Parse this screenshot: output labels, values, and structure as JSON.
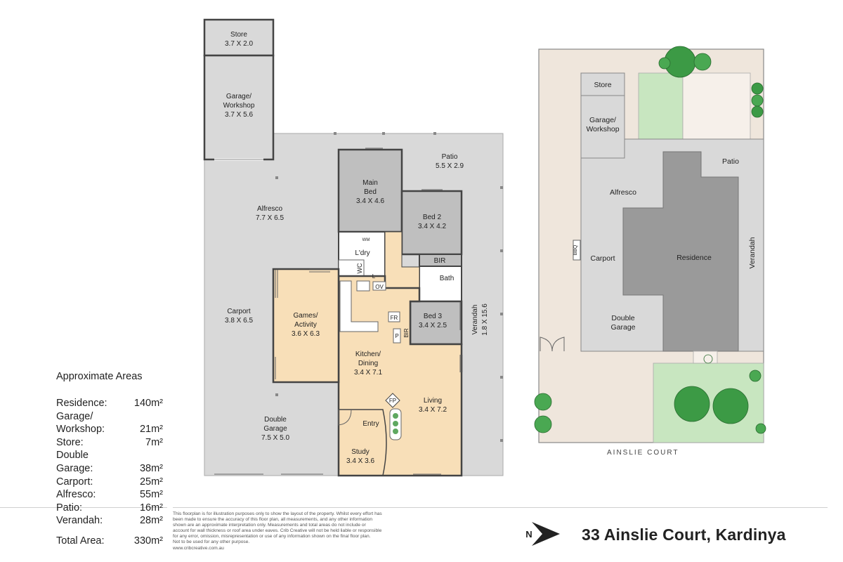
{
  "plan": {
    "rooms": {
      "store": {
        "name": "Store",
        "size": "3.7 X 2.0"
      },
      "garage_workshop": {
        "name1": "Garage/",
        "name2": "Workshop",
        "size": "3.7 X 5.6"
      },
      "patio": {
        "name": "Patio",
        "size": "5.5 X 2.9"
      },
      "main_bed": {
        "name1": "Main",
        "name2": "Bed",
        "size": "3.4 X 4.6"
      },
      "bed2": {
        "name": "Bed 2",
        "size": "3.4 X 4.2"
      },
      "alfresco": {
        "name": "Alfresco",
        "size": "7.7 X 6.5"
      },
      "laundry": {
        "name": "L'dry"
      },
      "wm": "WM",
      "wc": "WC",
      "l": "L",
      "bir": "BIR",
      "bath": "Bath",
      "ov": "OV",
      "fr": "FR",
      "p": "P",
      "bir2": "BIR",
      "bed3": {
        "name": "Bed 3",
        "size": "3.4 X 2.5"
      },
      "verandah": {
        "name": "Verandah",
        "size": "1.8 X 15.6"
      },
      "carport": {
        "name": "Carport",
        "size": "3.8 X 6.5"
      },
      "games": {
        "name1": "Games/",
        "name2": "Activity",
        "size": "3.6 X 6.3"
      },
      "kitchen": {
        "name1": "Kitchen/",
        "name2": "Dining",
        "size": "3.4 X 7.1"
      },
      "fp": "FP",
      "living": {
        "name": "Living",
        "size": "3.4 X 7.2"
      },
      "entry": {
        "name": "Entry"
      },
      "double_garage": {
        "name1": "Double",
        "name2": "Garage",
        "size": "7.5 X 5.0"
      },
      "study": {
        "name": "Study",
        "size": "3.4 X 3.6"
      }
    }
  },
  "site": {
    "store": "Store",
    "garage1": "Garage/",
    "garage2": "Workshop",
    "patio": "Patio",
    "alfresco": "Alfresco",
    "bbq": "BBQ",
    "carport": "Carport",
    "residence": "Residence",
    "verandah": "Verandah",
    "double1": "Double",
    "double2": "Garage",
    "street": "AINSLIE COURT"
  },
  "areas": {
    "heading": "Approximate Areas",
    "rows": [
      {
        "label": "Residence:",
        "value": "140m²"
      },
      {
        "label": "Garage/\nWorkshop:",
        "value": "21m²"
      },
      {
        "label": "Store:",
        "value": "7m²"
      },
      {
        "label": "Double\nGarage:",
        "value": "38m²"
      },
      {
        "label": "Carport:",
        "value": "25m²"
      },
      {
        "label": "Alfresco:",
        "value": "55m²"
      },
      {
        "label": "Patio:",
        "value": "16m²"
      },
      {
        "label": "Verandah:",
        "value": "28m²"
      }
    ],
    "total": {
      "label": "Total Area:",
      "value": "330m²"
    }
  },
  "disclaimer": [
    "This floorplan is for illustration purposes only to show the layout of the property. Whilst every effort has",
    "been made to ensure the accuracy of this floor plan, all measurements, and any other information",
    "shown are an approximate interpretation only. Measurements and total areas do not include or",
    "account for wall thickness or roof area under eaves. Crib Creative will not be held liable or responsible",
    "for any error, omission, misrepresentation or use of any information shown on the final floor plan.",
    "Not to be used for any other purpose.",
    "www.cribcreative.com.au"
  ],
  "compass": {
    "letter": "N"
  },
  "address": "33 Ainslie Court, Kardinya",
  "colors": {
    "outdoor": "#d9d9d9",
    "bedroom": "#bfbfbf",
    "living": "#f8dfb8",
    "wet": "#ffffff",
    "residence": "#9a9a9a",
    "lawn": "#c8e6c0",
    "sand": "#efe6dc",
    "tree": "#3c9a45"
  }
}
